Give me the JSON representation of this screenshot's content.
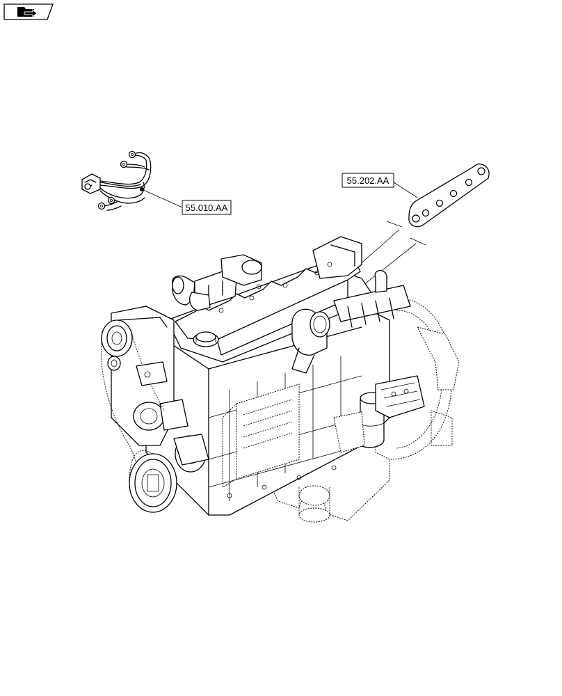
{
  "nav_icon": "folder-arrow-icon",
  "callouts": [
    {
      "label": "55.010.AA",
      "part": "injector-wiring-harness"
    },
    {
      "label": "55.202.AA",
      "part": "intake-manifold-gasket"
    }
  ],
  "colors": {
    "line": "#000000",
    "background": "#ffffff"
  }
}
